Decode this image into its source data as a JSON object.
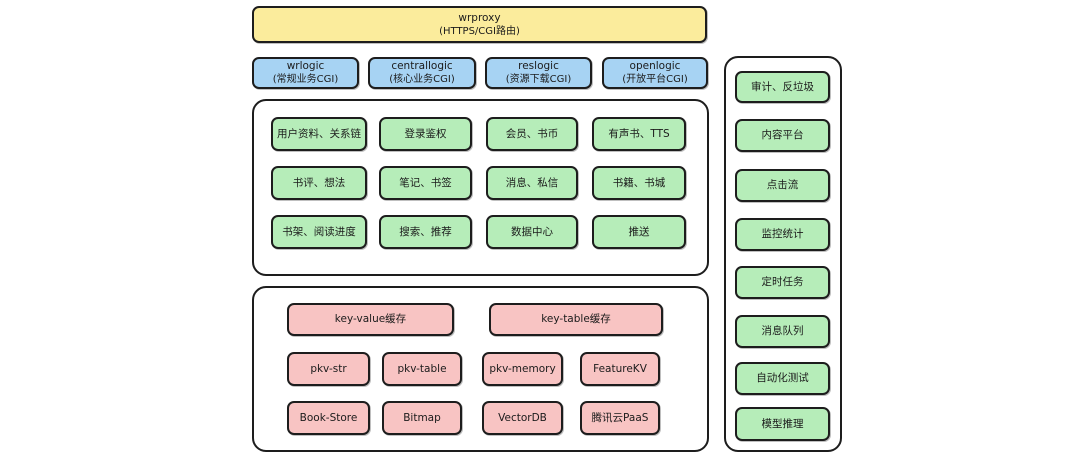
{
  "proxy": {
    "title": "wrproxy",
    "subtitle": "(HTTPS/CGI路由)"
  },
  "logic_layer": [
    {
      "title": "wrlogic",
      "subtitle": "(常规业务CGI)"
    },
    {
      "title": "centrallogic",
      "subtitle": "(核心业务CGI)"
    },
    {
      "title": "reslogic",
      "subtitle": "(资源下载CGI)"
    },
    {
      "title": "openlogic",
      "subtitle": "(开放平台CGI)"
    }
  ],
  "services": [
    "用户资料、关系链",
    "登录鉴权",
    "会员、书币",
    "有声书、TTS",
    "书评、想法",
    "笔记、书签",
    "消息、私信",
    "书籍、书城",
    "书架、阅读进度",
    "搜索、推荐",
    "数据中心",
    "推送"
  ],
  "storage": {
    "caches": [
      "key-value缓存",
      "key-table缓存"
    ],
    "stores": [
      "pkv-str",
      "pkv-table",
      "pkv-memory",
      "FeatureKV",
      "Book-Store",
      "Bitmap",
      "VectorDB",
      "腾讯云PaaS"
    ]
  },
  "side_services": [
    "审计、反垃圾",
    "内容平台",
    "点击流",
    "监控统计",
    "定时任务",
    "消息队列",
    "自动化测试",
    "模型推理"
  ],
  "colors": {
    "proxy": "#fbec9c",
    "logic": "#a7d3f3",
    "service": "#b6edb9",
    "storage": "#f8c4c3"
  }
}
